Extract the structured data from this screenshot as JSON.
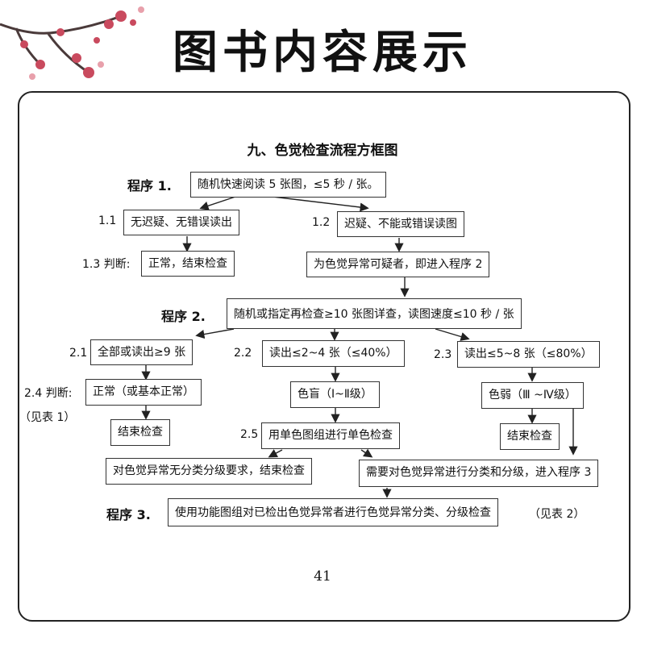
{
  "header": {
    "title": "图书内容展示"
  },
  "chart_title": "九、色觉检查流程方框图",
  "program1": {
    "label": "程序 1.",
    "box": "随机快速阅读 5 张图，≤5 秒 / 张。",
    "n11": "1.1",
    "b11": "无迟疑、无错误读出",
    "n12": "1.2",
    "b12": "迟疑、不能或错误读图",
    "n13": "1.3 判断:",
    "b13": "正常，结束检查",
    "suspect": "为色觉异常可疑者，即进入程序 2"
  },
  "program2": {
    "label": "程序 2.",
    "box": "随机或指定再检查≥10 张图详查，读图速度≤10 秒 / 张",
    "n21": "2.1",
    "b21": "全部或读出≥9 张",
    "n22": "2.2",
    "b22": "读出≤2~4 张（≤40%）",
    "n23": "2.3",
    "b23": "读出≤5~8 张（≤80%）",
    "n24": "2.4 判断:",
    "n24b": "（见表 1）",
    "normal": "正常（或基本正常）",
    "blind": "色盲（Ⅰ~Ⅱ级）",
    "weak": "色弱（Ⅲ ~Ⅳ级）",
    "end_left": "结束检查",
    "end_right": "结束检查",
    "n25": "2.5",
    "b25": "用单色图组进行单色检查",
    "no_req": "对色觉异常无分类分级要求，结束检查",
    "need": "需要对色觉异常进行分类和分级，进入程序 3"
  },
  "program3": {
    "label": "程序 3.",
    "box": "使用功能图组对已检出色觉异常者进行色觉异常分类、分级检查",
    "note": "（见表 2）"
  },
  "page_number": "41"
}
